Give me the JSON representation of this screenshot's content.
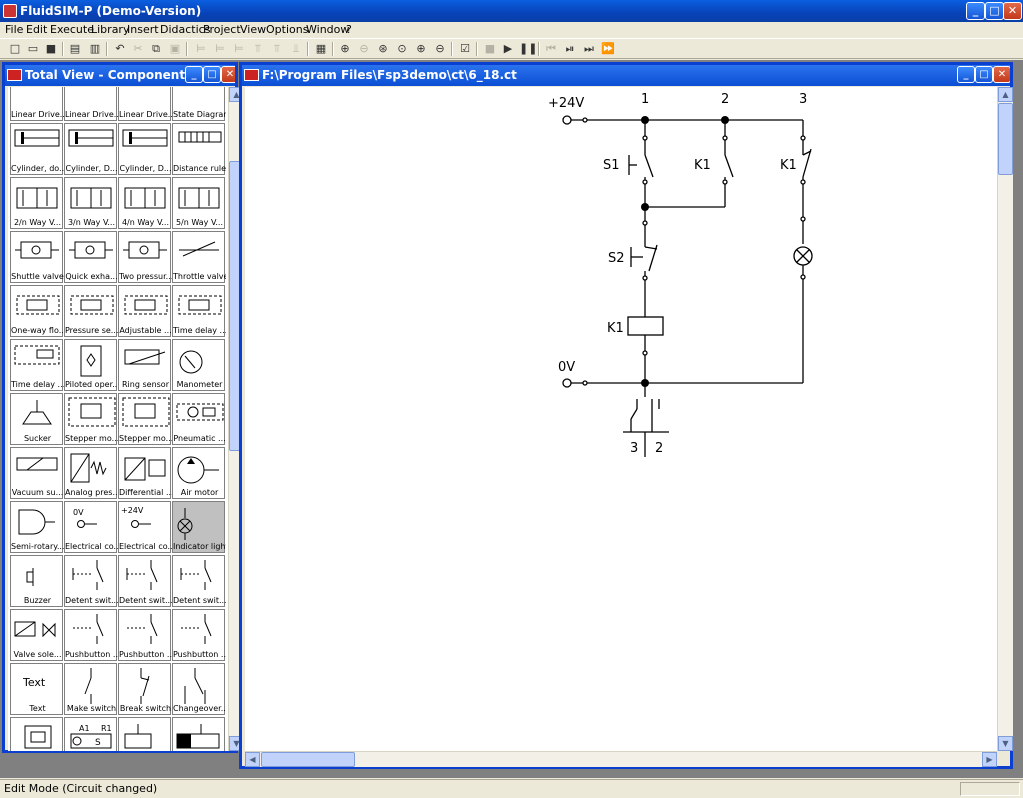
{
  "app": {
    "title": "FluidSIM-P (Demo-Version)",
    "buttons": {
      "minimize": "_",
      "maximize": "□",
      "close": "✕"
    }
  },
  "menu": [
    "File",
    "Edit",
    "Execute",
    "Library",
    "Insert",
    "Didactics",
    "Project",
    "View",
    "Options",
    "Window",
    "?"
  ],
  "library": {
    "title": "Total View - Component Library",
    "items": [
      "Linear Drive...",
      "Linear Drive...",
      "Linear Drive...",
      "State Diagram",
      "Cylinder, do...",
      "Cylinder, D...",
      "Cylinder, D...",
      "Distance rule",
      "2/n Way V...",
      "3/n Way V...",
      "4/n Way V...",
      "5/n Way V...",
      "Shuttle valve",
      "Quick exha...",
      "Two pressur...",
      "Throttle valve",
      "One-way flo...",
      "Pressure se...",
      "Adjustable ...",
      "Time delay ...",
      "Time delay ...",
      "Piloted oper...",
      "Ring sensor",
      "Manometer",
      "Sucker",
      "Stepper mo...",
      "Stepper mo...",
      "Pneumatic ...",
      "Vacuum su...",
      "Analog pres...",
      "Differential ...",
      "Air motor",
      "Semi-rotary...",
      "Electrical co...",
      "Electrical co...",
      "Indicator light",
      "Buzzer",
      "Detent swit...",
      "Detent swit...",
      "Detent swit...",
      "Valve sole...",
      "Pushbutton ...",
      "Pushbutton ...",
      "Pushbutton ...",
      "Text",
      "Make switch",
      "Break switch",
      "Changeover...",
      "",
      "",
      "",
      ""
    ],
    "selected_label": "Indicator light",
    "glyphs": {
      "text": "Text",
      "zero_v": "0V",
      "plus_24v": "+24V",
      "relay_a1": "A1",
      "relay_r1": "R1",
      "relay_s": "S"
    }
  },
  "circuit": {
    "title": "F:\\Program Files\\Fsp3demo\\ct\\6_18.ct",
    "labels": {
      "supply_top": "+24V",
      "supply_bottom": "0V",
      "col1": "1",
      "col2": "2",
      "col3": "3",
      "s1": "S1",
      "s2": "S2",
      "k1_a": "K1",
      "k1_b": "K1",
      "k1_coil": "K1",
      "contact_left": "3",
      "contact_right": "2"
    }
  },
  "status": {
    "text": "Edit Mode (Circuit changed)"
  },
  "colors": {
    "titlebar": "#0a3fd0",
    "canvas": "#ffffff",
    "workspace": "#808080"
  }
}
